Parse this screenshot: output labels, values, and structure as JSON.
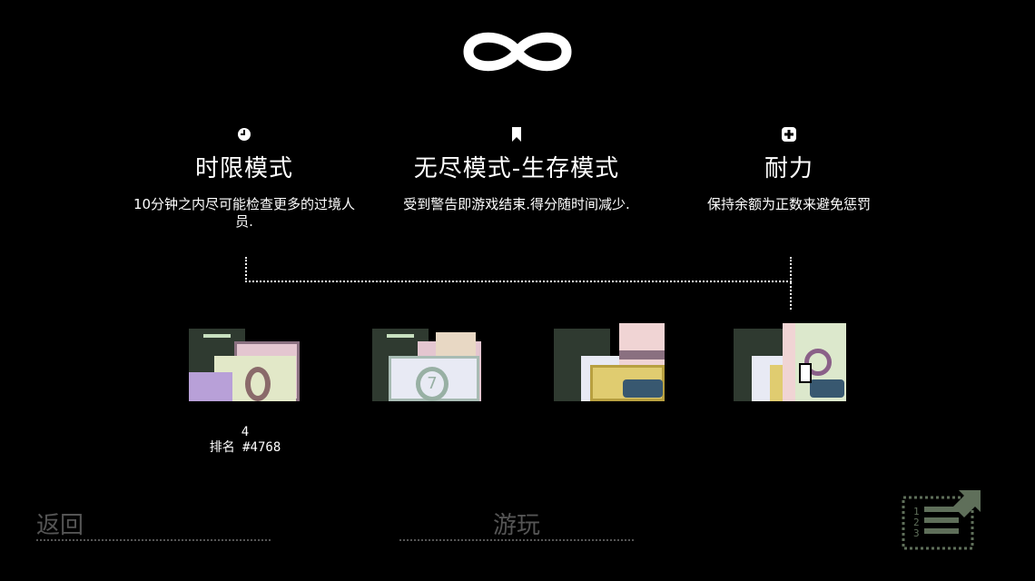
{
  "header": {
    "icon": "infinity-icon"
  },
  "modes": [
    {
      "icon": "clock-icon",
      "title": "时限模式",
      "desc": "10分钟之内尽可能检查更多的过境人员."
    },
    {
      "icon": "bookmark-icon",
      "title": "无尽模式-生存模式",
      "desc": "受到警告即游戏结束.得分随时间减少."
    },
    {
      "icon": "plus-icon",
      "title": "耐力",
      "desc": "保持余额为正数来避免惩罚"
    }
  ],
  "levels": [
    {
      "score": "4",
      "rank": "排名 #4768"
    },
    {},
    {},
    {}
  ],
  "buttons": {
    "back": "返回",
    "play": "游玩",
    "leaderboard_icon": "leaderboard-icon"
  },
  "colors": {
    "button_text": "#555555",
    "leaderboard": "#5f6f5a"
  }
}
